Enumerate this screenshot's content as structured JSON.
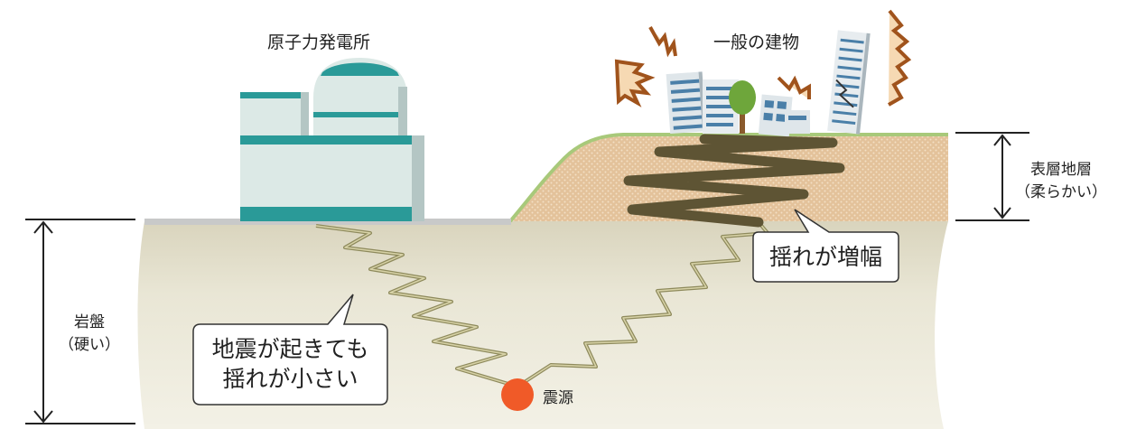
{
  "labels": {
    "nuclear_plant": "原子力発電所",
    "general_building": "一般の建物",
    "surface_layer": "表層地層",
    "surface_layer_note": "（柔らかい）",
    "bedrock": "岩盤",
    "bedrock_note": "（硬い）",
    "epicenter": "震源",
    "callout_left_line1": "地震が起きても",
    "callout_left_line2": "揺れが小さい",
    "callout_right": "揺れが増幅"
  },
  "colors": {
    "bedrock": "#ebe7d6",
    "surface_soil": "#e3c29a",
    "grass": "#a8c97a",
    "wave": "#8e8a5c",
    "amplified_wave": "#5e5434",
    "epicenter": "#f05a28",
    "plant_teal": "#2a9a98",
    "plant_body": "#dce9e6",
    "shake_mark": "#a0531c"
  }
}
